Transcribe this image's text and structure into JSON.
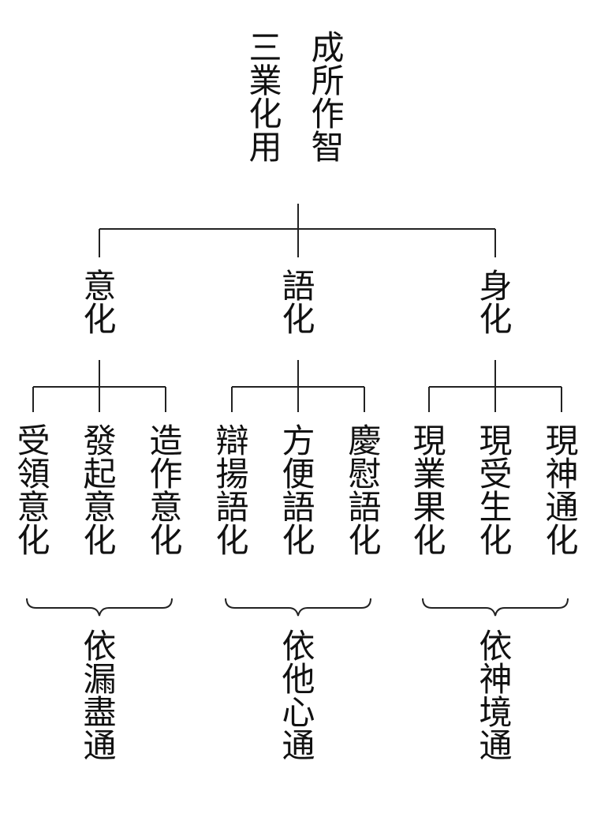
{
  "root": {
    "left_label": "三業化用",
    "right_label": "成所作智"
  },
  "branches": [
    {
      "label": "意化",
      "items": [
        "受領意化",
        "發起意化",
        "造作意化"
      ],
      "group_label": "依漏盡通"
    },
    {
      "label": "語化",
      "items": [
        "辯揚語化",
        "方便語化",
        "慶慰語化"
      ],
      "group_label": "依他心通"
    },
    {
      "label": "身化",
      "items": [
        "現業果化",
        "現受生化",
        "現神通化"
      ],
      "group_label": "依神境通"
    }
  ],
  "colors": {
    "line": "#222222",
    "text": "#111111"
  }
}
